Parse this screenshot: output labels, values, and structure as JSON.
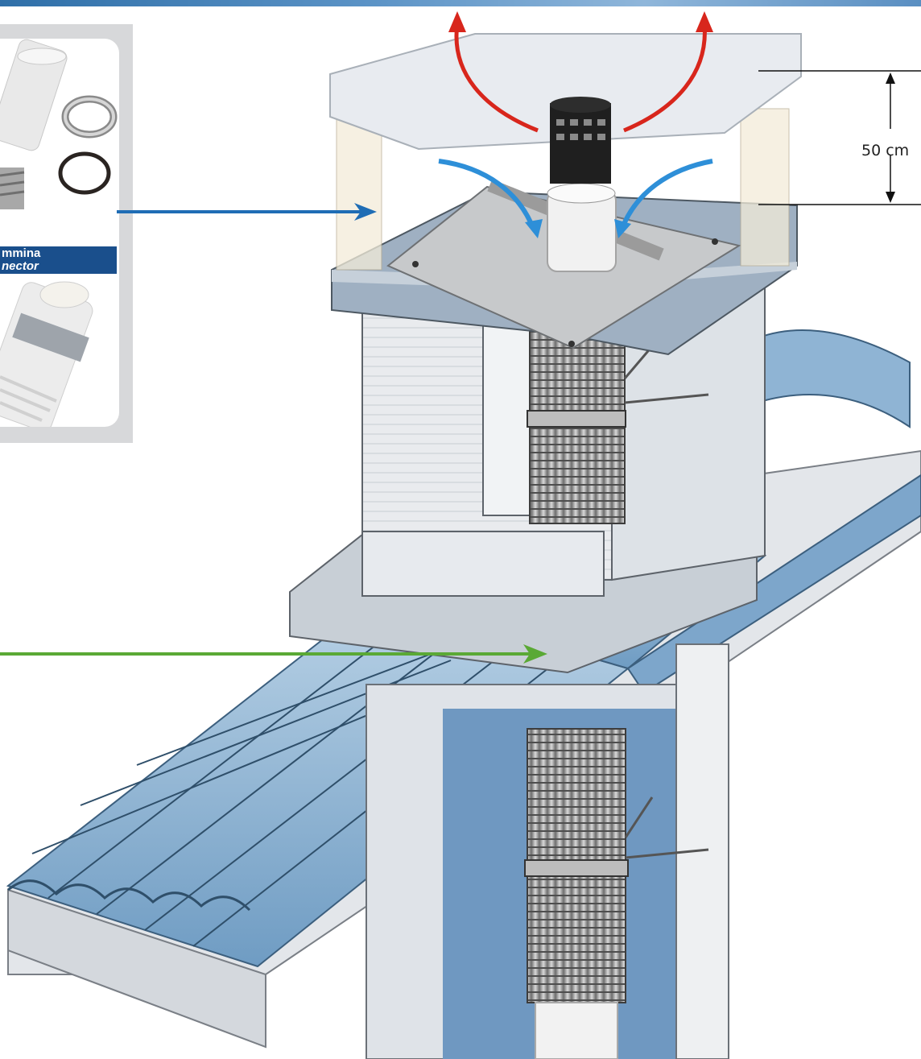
{
  "inset": {
    "label_line1": "mmina",
    "label_line2": "nector"
  },
  "dimension": {
    "label": "50 cm"
  },
  "colors": {
    "brand_blue": "#1a4f8c",
    "arrow_blue": "#1f6db5",
    "arrow_green": "#5aa935",
    "airflow_red": "#d8261c",
    "airflow_blue": "#2e8fd8",
    "tile_blue": "#8fb4d4"
  },
  "icons": [
    "flue-pipe-icon",
    "clamp-ring-icon",
    "gasket-ring-icon",
    "pipe-connector-icon"
  ]
}
